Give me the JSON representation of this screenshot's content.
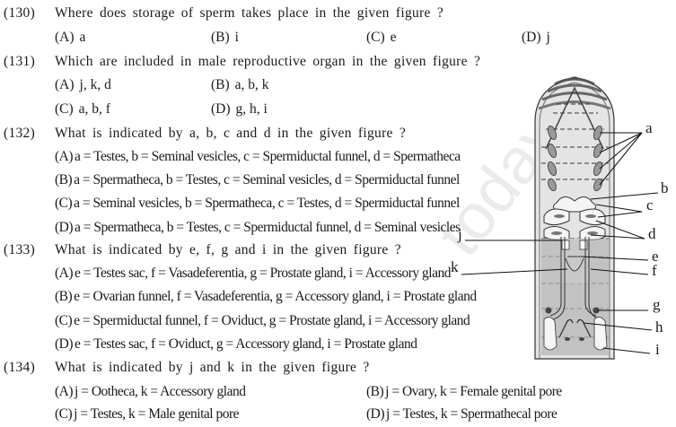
{
  "questions": [
    {
      "number": "(130)",
      "text": "Where does storage of sperm takes place in the given figure ?",
      "options": [
        {
          "label": "(A)",
          "text": "a"
        },
        {
          "label": "(B)",
          "text": "i"
        },
        {
          "label": "(C)",
          "text": "e"
        },
        {
          "label": "(D)",
          "text": "j"
        }
      ]
    },
    {
      "number": "(131)",
      "text": "Which are included in male reproductive organ in the given figure ?",
      "options": [
        {
          "label": "(A)",
          "text": "j, k, d"
        },
        {
          "label": "(B)",
          "text": "a, b, k"
        },
        {
          "label": "(C)",
          "text": "a, b, f"
        },
        {
          "label": "(D)",
          "text": "g, h, i"
        }
      ]
    },
    {
      "number": "(132)",
      "text": "What is indicated by a, b, c and d in the given figure ?",
      "options": [
        {
          "label": "(A)",
          "text": "a = Testes, b = Seminal vesicles, c = Spermiductal funnel, d = Spermatheca"
        },
        {
          "label": "(B)",
          "text": "a = Spermatheca, b = Testes, c = Seminal vesicles, d = Spermiductal funnel"
        },
        {
          "label": "(C)",
          "text": "a = Seminal vesicles, b = Spermatheca, c = Testes, d = Spermiductal funnel"
        },
        {
          "label": "(D)",
          "text": "a = Spermatheca, b = Testes, c = Spermiductal funnel, d = Seminal vesicles"
        }
      ]
    },
    {
      "number": "(133)",
      "text": "What is indicated by e, f, g and i in the given figure ?",
      "options": [
        {
          "label": "(A)",
          "text": "e = Testes sac, f = Vasadeferentia, g = Prostate gland, i = Accessory gland"
        },
        {
          "label": "(B)",
          "text": "e = Ovarian funnel, f = Vasadeferentia, g = Accessory gland, i = Prostate gland"
        },
        {
          "label": "(C)",
          "text": "e = Spermiductal funnel, f = Oviduct, g = Prostate gland, i = Accessory gland"
        },
        {
          "label": "(D)",
          "text": "e = Testes sac, f = Oviduct, g = Accessory gland, i = Prostate gland"
        }
      ]
    },
    {
      "number": "(134)",
      "text": "What is indicated by j and k in the given figure ?",
      "options": [
        {
          "label": "(A)",
          "text": "j = Ootheca, k = Accessory gland"
        },
        {
          "label": "(B)",
          "text": "j = Ovary, k = Female genital pore"
        },
        {
          "label": "(C)",
          "text": "j = Testes, k = Male genital pore"
        },
        {
          "label": "(D)",
          "text": "j = Testes, k = Spermathecal pore"
        }
      ]
    }
  ],
  "figure": {
    "labels": [
      "a",
      "b",
      "c",
      "d",
      "e",
      "f",
      "g",
      "h",
      "i",
      "j",
      "k"
    ]
  },
  "watermark": "today"
}
